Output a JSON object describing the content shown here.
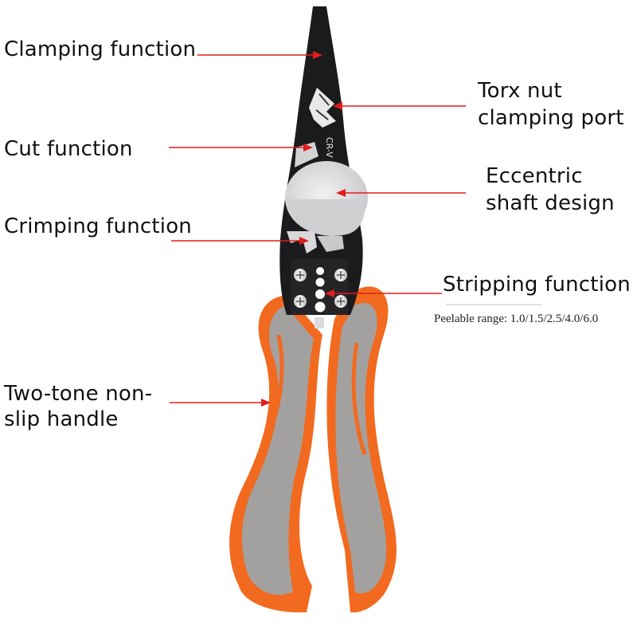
{
  "labels": {
    "clamping": "Clamping function",
    "cut": "Cut function",
    "crimping": "Crimping function",
    "handle_line1": "Two-tone non-",
    "handle_line2": "slip handle",
    "torx_line1": "Torx nut",
    "torx_line2": "clamping port",
    "eccentric_line1": "Eccentric",
    "eccentric_line2": "shaft design",
    "stripping": "Stripping function",
    "peelable": "Peelable range: 1.0/1.5/2.5/4.0/6.0"
  },
  "engraving": {
    "steel": "CR-V"
  },
  "colors": {
    "annotation_line": "#e01d1d",
    "handle_orange": "#f26a1f",
    "handle_grey": "#9c9a98",
    "jaw_black": "#1b1b1d",
    "pivot_silver": "#d8d8da"
  }
}
